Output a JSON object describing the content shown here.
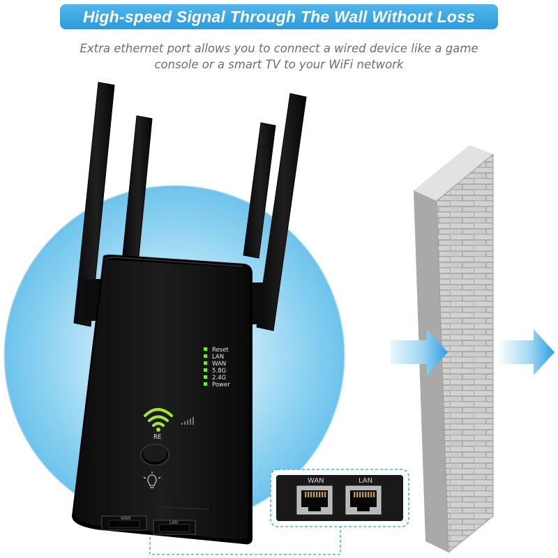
{
  "banner": {
    "title": "High-speed Signal Through The Wall Without Loss"
  },
  "description": {
    "line1": "Extra ethernet port allows you to connect a wired device like a game",
    "line2": "console or a smart TV to your WiFi network"
  },
  "device": {
    "led_labels": [
      "Reset",
      "LAN",
      "WAN",
      "5.8G",
      "2.4G",
      "Power"
    ],
    "mode_label": "RE",
    "bottom_port_labels": [
      "WAN",
      "LAN"
    ]
  },
  "port_callout": {
    "wan_label": "WAN",
    "lan_label": "LAN"
  },
  "icons": [
    "wifi-icon",
    "signal-bars-icon",
    "light-bulb-icon",
    "arrow-right-icon",
    "ethernet-port-icon"
  ],
  "colors": {
    "banner": "#2b9bdc",
    "signal_halo": "#7fcbef",
    "led_green": "#6dea3a",
    "wifi_green": "#9ee32f",
    "device_body": "#151515",
    "arrow_blue": "#35a6e4",
    "wall_gray": "#bdbdbd"
  }
}
